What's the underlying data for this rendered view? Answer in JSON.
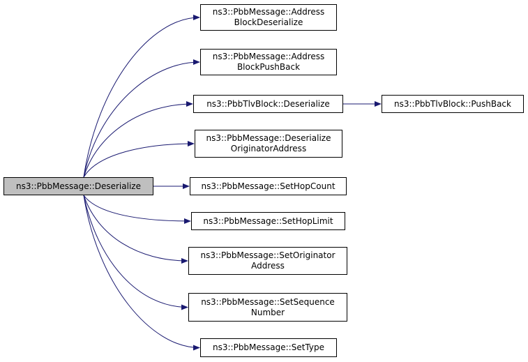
{
  "root": {
    "label": "ns3::PbbMessage::Deserialize"
  },
  "nodes": [
    {
      "id": "abd",
      "lines": [
        "ns3::PbbMessage::Address",
        "BlockDeserialize"
      ]
    },
    {
      "id": "abp",
      "lines": [
        "ns3::PbbMessage::Address",
        "BlockPushBack"
      ]
    },
    {
      "id": "tlvd",
      "lines": [
        "ns3::PbbTlvBlock::Deserialize"
      ]
    },
    {
      "id": "tlvp",
      "lines": [
        "ns3::PbbTlvBlock::PushBack"
      ]
    },
    {
      "id": "doa",
      "lines": [
        "ns3::PbbMessage::Deserialize",
        "OriginatorAddress"
      ]
    },
    {
      "id": "shc",
      "lines": [
        "ns3::PbbMessage::SetHopCount"
      ]
    },
    {
      "id": "shl",
      "lines": [
        "ns3::PbbMessage::SetHopLimit"
      ]
    },
    {
      "id": "soa",
      "lines": [
        "ns3::PbbMessage::SetOriginator",
        "Address"
      ]
    },
    {
      "id": "ssn",
      "lines": [
        "ns3::PbbMessage::SetSequence",
        "Number"
      ]
    },
    {
      "id": "st",
      "lines": [
        "ns3::PbbMessage::SetType"
      ]
    }
  ],
  "edges": [
    [
      "root",
      "abd"
    ],
    [
      "root",
      "abp"
    ],
    [
      "root",
      "tlvd"
    ],
    [
      "root",
      "doa"
    ],
    [
      "root",
      "shc"
    ],
    [
      "root",
      "shl"
    ],
    [
      "root",
      "soa"
    ],
    [
      "root",
      "ssn"
    ],
    [
      "root",
      "st"
    ],
    [
      "tlvd",
      "tlvp"
    ]
  ],
  "colors": {
    "edge": "#191970",
    "root_fill": "#bfbfbf",
    "node_fill": "#ffffff",
    "border": "#000000"
  }
}
